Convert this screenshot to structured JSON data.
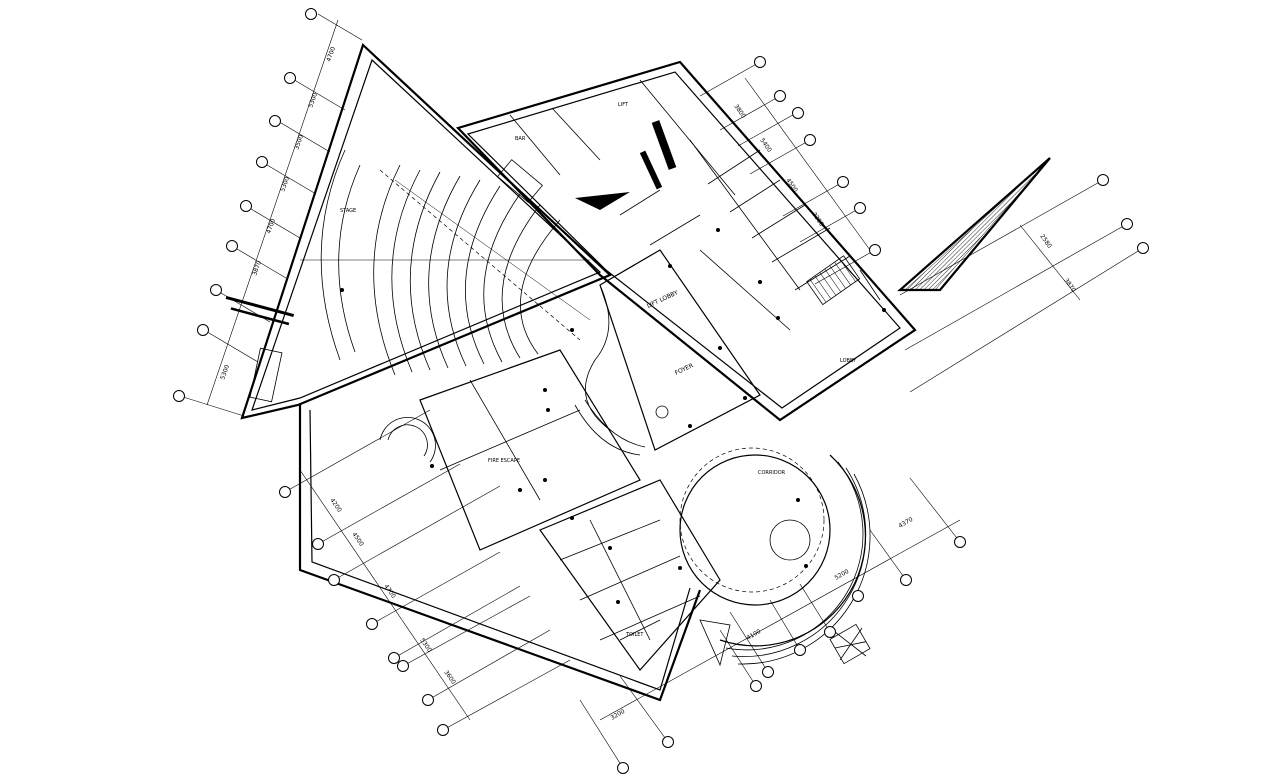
{
  "drawing": {
    "type": "architectural-floor-plan",
    "dimension_labels": [
      "4700",
      "5300",
      "3500",
      "5300",
      "4700",
      "3870",
      "5300",
      "3800",
      "5400",
      "4500",
      "3200",
      "2580",
      "3870",
      "4200",
      "4500",
      "4700",
      "5300",
      "3600",
      "3200",
      "4100",
      "5200",
      "4370"
    ],
    "room_labels": [
      "LIFT LOBBY",
      "STAGE",
      "FOYER",
      "LOBBY",
      "LIFT",
      "BAR",
      "FIRE ESCAPE",
      "TOILET",
      "CORRIDOR"
    ],
    "grid_bubble_count": 36
  }
}
